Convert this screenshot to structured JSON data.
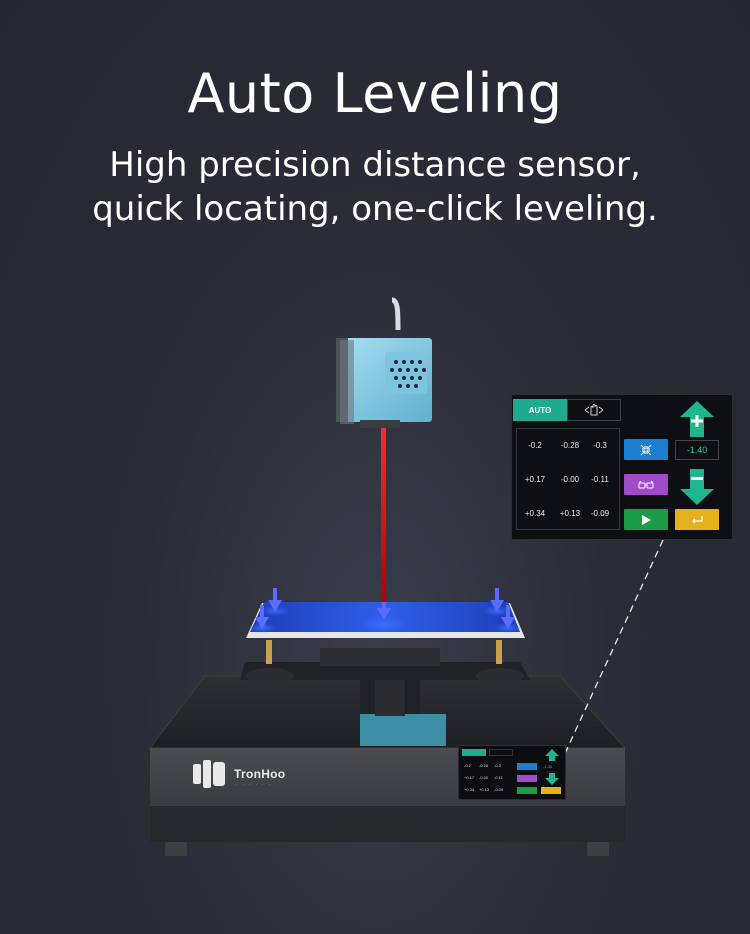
{
  "header": {
    "title": "Auto Leveling",
    "subtitle_line1": "High precision distance sensor,",
    "subtitle_line2": "quick locating, one-click leveling."
  },
  "panel": {
    "tab_auto": "AUTO",
    "tab_manual_icon": "hand-adjust-icon",
    "grid": [
      [
        "-0.2",
        "-0.28",
        "-0.3"
      ],
      [
        "+0.17",
        "-0.00",
        "-0.11"
      ],
      [
        "+0.34",
        "+0.13",
        "-0.09"
      ]
    ],
    "z_offset": "-1.40",
    "icons": {
      "up": "plus-arrow-up-icon",
      "down": "minus-arrow-down-icon",
      "blue": "collapse-icon",
      "purple": "glasses-icon",
      "green": "play-icon",
      "yellow": "return-icon"
    },
    "colors": {
      "auto_tab": "#1fa98d",
      "blue_btn": "#1e7fd0",
      "purple_btn": "#a04bc8",
      "green_btn": "#1b9a47",
      "yellow_btn": "#e3b21c",
      "arrow": "#1fb58f",
      "value_text": "#34c89d"
    }
  },
  "mini_screen": {
    "z_offset": "-1.40",
    "grid": [
      [
        "-0.2",
        "-0.28",
        "-0.3"
      ],
      [
        "+0.17",
        "-0.00",
        "-0.11"
      ],
      [
        "+0.34",
        "+0.13",
        "-0.09"
      ]
    ]
  },
  "printer": {
    "brand": "TronHoo"
  }
}
